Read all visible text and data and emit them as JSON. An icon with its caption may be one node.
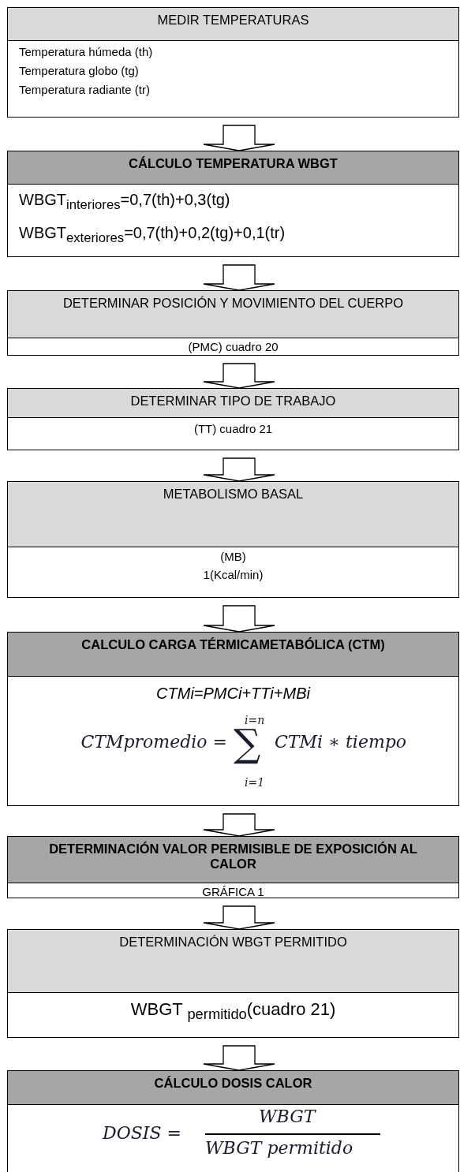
{
  "diagram": {
    "nodes": [
      {
        "text": [
          "MEDIR TEMPERATURAS",
          "Temperatura húmeda (th)",
          "Temperatura globo (tg)",
          "Temperatura radiante (tr)"
        ]
      },
      {
        "text": [
          "CÁLCULO TEMPERATURA WBGT",
          "WBGT$_{interiores}$=0,7(th)+0,3(tg)",
          "WBGT$_{exteriores}$=0,7(th)+0,2(tg)+0,1(tr)"
        ]
      },
      {
        "text": [
          "DETERMINAR POSICIÓN Y MOVIMIENTO DEL CUERPO",
          "(PMC) cuadro 20"
        ]
      },
      {
        "text": [
          "DETERMINAR TIPO DE TRABAJO",
          "(TT) cuadro 21"
        ]
      },
      {
        "text": [
          "METABOLISMO BASAL",
          "(MB)",
          "1(Kcal/min)"
        ]
      },
      {
        "text": [
          "CALCULO CARGA TÉRMICAMETABÓLICA (CTM)",
          "CTMi=PMCi+TTi+MBi",
          "CTMpromedio =",
          "i=n",
          "∑",
          "i=1",
          "CTMi ∗ tiempo"
        ]
      },
      {
        "text": [
          "DETERMINACIÓN VALOR PERMISIBLE DE EXPOSICIÓN AL CALOR",
          "GRÁFICA 1"
        ]
      },
      {
        "text": [
          "DETERMINACIÓN WBGT PERMITIDO",
          "WBGT $_{permitido}$(cuadro 21)"
        ]
      },
      {
        "text": [
          "CÁLCULO DOSIS CALOR",
          "DOSIS =",
          "WBGT",
          "WBGT permitido"
        ]
      }
    ],
    "edges": [
      {
        "from": 0,
        "to": 1,
        "arrow": "to"
      },
      {
        "from": 1,
        "to": 2,
        "arrow": "to"
      },
      {
        "from": 2,
        "to": 3,
        "arrow": "to"
      },
      {
        "from": 3,
        "to": 4,
        "arrow": "to"
      },
      {
        "from": 4,
        "to": 5,
        "arrow": "to"
      },
      {
        "from": 5,
        "to": 6,
        "arrow": "to"
      },
      {
        "from": 6,
        "to": 7,
        "arrow": "to"
      },
      {
        "from": 7,
        "to": 8,
        "arrow": "to"
      }
    ]
  }
}
